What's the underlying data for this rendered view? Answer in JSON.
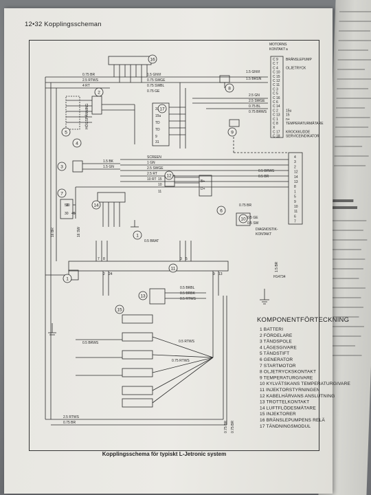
{
  "header": {
    "page_title": "12•32 Kopplingsscheman"
  },
  "caption": "Kopplingsschema för typiskt L-Jetronic system",
  "legend": {
    "title": "KOMPONENTFÖRTECKNING",
    "items": [
      "1  BATTERI",
      "2  FÖRDELARE",
      "3  TÄNDSPOLE",
      "4  LÄGESGIVARE",
      "5  TÄNDSTIFT",
      "6  GENERATOR",
      "7  STARTMOTOR",
      "8  OLJETRYCKSKONTAKT",
      "9  TEMPERATURGIVARE",
      "10 KYLVÄTSKANS TEMPERATURGIVARE",
      "11 INJEKTORSTYRNINGEN",
      "12 KABELHÄRVANS ANSLUTNING",
      "13 TROTTELKONTAKT",
      "14 LUFTFLÖDESMÄTARE",
      "15 INJEKTORER",
      "16 BRÄNSLEPUMPENS RELÄ",
      "17 TÄNDNINGSMODUL"
    ]
  },
  "diagram": {
    "motor_contact": {
      "title_line1": "MOTORNS",
      "title_line2": "KONTAKT",
      "title_marker": "a"
    },
    "motor_pins": [
      {
        "pin": "C 9",
        "desc": "BRÄNSLEPUMP"
      },
      {
        "pin": "C 7",
        "desc": ""
      },
      {
        "pin": "C 4",
        "desc": "OLJETRYCK"
      },
      {
        "pin": "C 10",
        "desc": ""
      },
      {
        "pin": "C 15",
        "desc": ""
      },
      {
        "pin": "C 12",
        "desc": ""
      },
      {
        "pin": "C 11",
        "desc": ""
      },
      {
        "pin": "C 3",
        "desc": ""
      },
      {
        "pin": "C 5",
        "desc": ""
      },
      {
        "pin": "C 16",
        "desc": ""
      },
      {
        "pin": "C 6",
        "desc": ""
      },
      {
        "pin": "C 14",
        "desc": ""
      },
      {
        "pin": "C 2",
        "desc": "15u"
      },
      {
        "pin": "C 13",
        "desc": "15"
      },
      {
        "pin": "C 1",
        "desc": "n+"
      },
      {
        "pin": "C 8",
        "desc": "TEMPERATURMÄTARE"
      },
      {
        "pin": "X",
        "desc": ""
      },
      {
        "pin": "C 17",
        "desc": "KROCKKUDDE"
      },
      {
        "pin": "C 18",
        "desc": "SERVICEINDIKATOR"
      }
    ],
    "diagnostic": {
      "line1": "DIAGNOSTIK-",
      "line2": "KONTAKT"
    },
    "diag_pins": [
      "4",
      "3",
      "2",
      "12",
      "14",
      "13",
      "8",
      "1",
      "5",
      "9",
      "10",
      "11",
      "6",
      "7"
    ],
    "vertical_label": "HÖGSPÄNNING",
    "code": "H14734",
    "component_numbers": [
      "1",
      "2",
      "3",
      "4",
      "5",
      "6",
      "7",
      "8",
      "9",
      "10",
      "11",
      "12",
      "13",
      "14",
      "15",
      "16",
      "17"
    ],
    "wire_labels": [
      "0.75 BR",
      "2.5 RTWS",
      "4 RT",
      "1.5 GNVI",
      "0.75 SWGE",
      "0.75 SWBL",
      "0.75 GE",
      "1.5 GNVI",
      "1.5 BRSN",
      "2.5 GN",
      "2.5 SWGE",
      "0.75 BL",
      "0.75 BRWS",
      "SCREEN",
      "1 GN",
      "2.5 SWGE",
      "2.5 RT",
      "10 RT",
      "1.5 BK",
      "1.5 GN",
      "0.5 BRWS",
      "0.5 BR",
      "0.5 GE",
      "0.5 SW",
      "0.75 BR",
      "0.5 BRBL",
      "0.5 BRBK",
      "0.5 RTWS",
      "0.5 BRWS",
      "0.5 RTWS",
      "0.75 RTWS",
      "2.5 RTWS",
      "0.75 BR",
      "16 BR",
      "16 SW",
      "0.5 BRAT",
      "0.75 BR",
      "0.75 BR",
      "1.5 BR"
    ],
    "terminals": [
      "B+",
      "D+",
      "50",
      "30",
      "31",
      "15u",
      "TD",
      "TD",
      "9",
      "31",
      "15",
      "10",
      "11",
      "7",
      "8",
      "2",
      "24",
      "9",
      "13",
      "3",
      "5",
      "30",
      "45"
    ]
  }
}
